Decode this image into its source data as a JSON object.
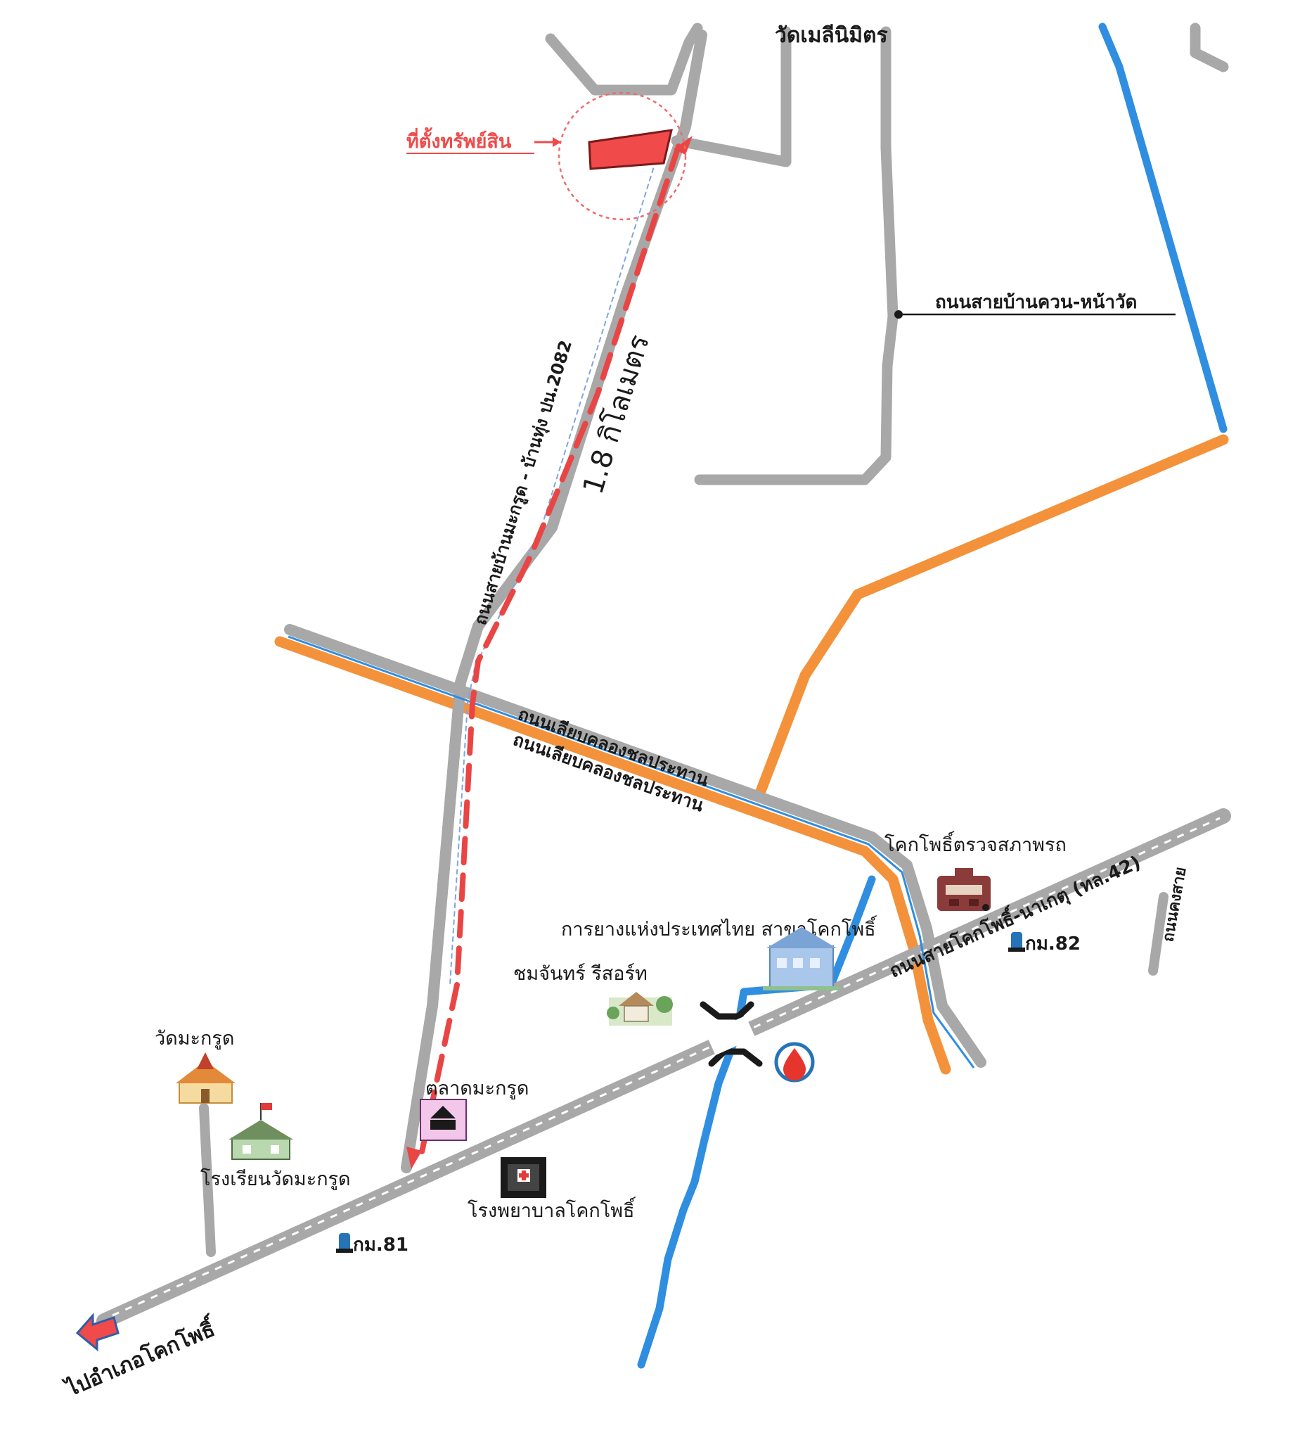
{
  "colors": {
    "road": "#a8a8a8",
    "road_edge": "#9b9b9b",
    "canal": "#2f8ee0",
    "rail": "#f3923b",
    "route": "#e94545",
    "property": "#f04a4a"
  },
  "labels": {
    "property": "ที่ตั้งทรัพย์สิน",
    "temple_top": "วัดเมลีนิมิตร",
    "road_ban_khuan": "ถนนสายบ้านควน-หน้าวัด",
    "road_vertical": "ถนนสายบ้านมะกรูด - บ้านทุ่ง ปน.2082",
    "distance": "1.8 กิโลเมตร",
    "canal_road_1": "ถนนเลียบคลองชลประทาน",
    "canal_road_2": "ถนนเลียบคลองชลประทาน",
    "inspection": "โคกโพธิ์ตรวจสภาพรถ",
    "highway_42": "ถนนสายโคกโพธิ์-นาเกตุ (ทล.42)",
    "km82": "กม.82",
    "km81": "กม.81",
    "rubber_authority": "การยางแห่งประเทศไทย สาขาโคกโพธิ์",
    "resort": "ชมจันทร์ รีสอร์ท",
    "temple_makrut": "วัดมะกรูด",
    "market": "ตลาดมะกรูด",
    "school": "โรงเรียนวัดมะกรูด",
    "hospital": "โรงพยาบาลโคกโพธิ์",
    "to_khok_pho": "ไปอำเภอโคกโพธิ์",
    "right_road": "ถนนคงสาย"
  },
  "icons": [
    "temple-icon",
    "school-icon",
    "market-icon",
    "hospital-icon",
    "rubber-office-icon",
    "resort-icon",
    "inspection-icon",
    "fuel-station-icon",
    "bridge-icon",
    "km-marker-icon",
    "direction-arrow-icon"
  ]
}
